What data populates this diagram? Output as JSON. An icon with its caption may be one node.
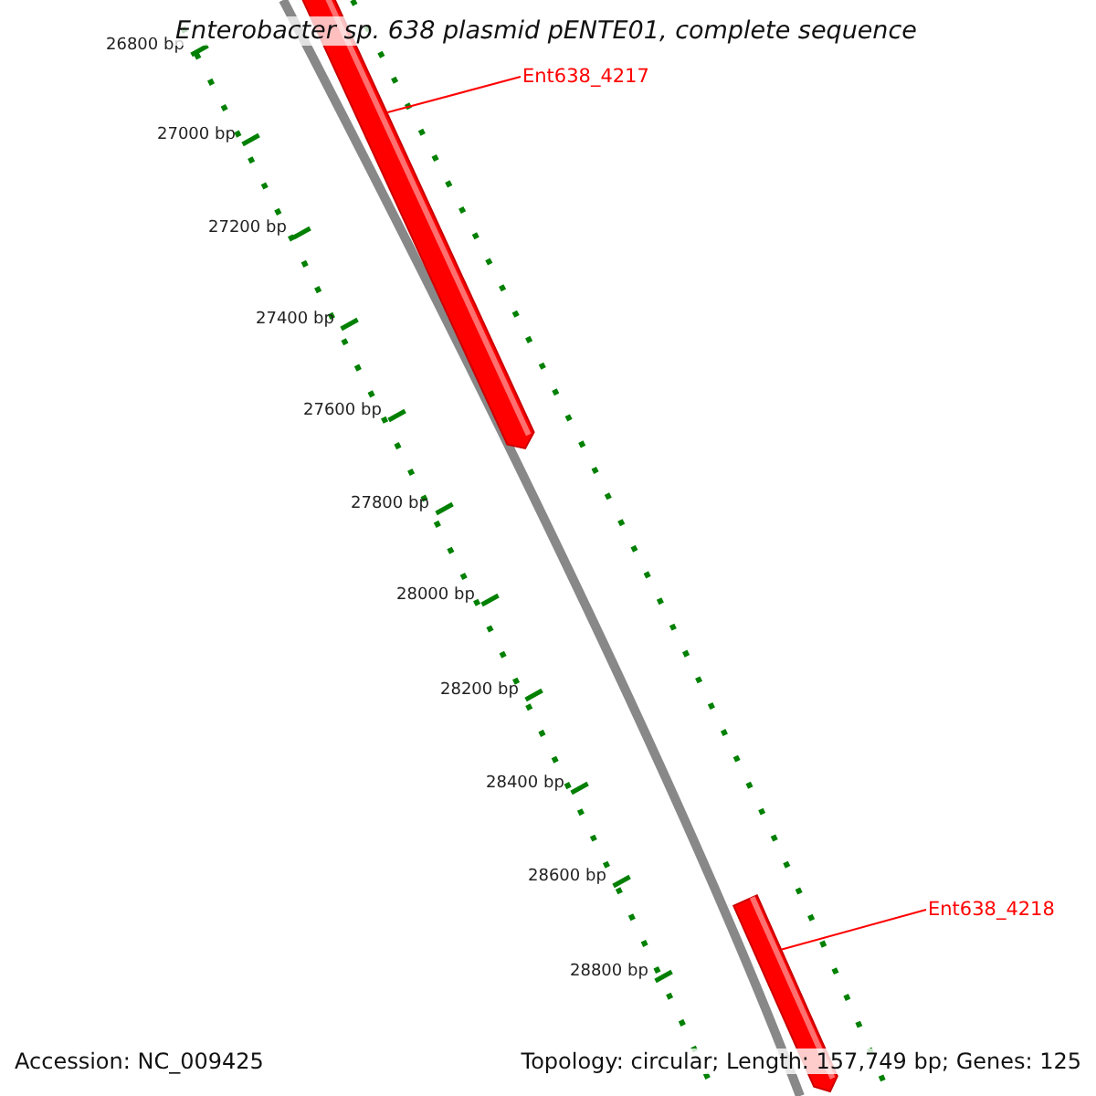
{
  "diagram": {
    "title": "Enterobacter sp. 638 plasmid pENTE01, complete sequence",
    "nodes": [
      {
        "text": [
          "Ent638_4217"
        ]
      },
      {
        "text": [],
        "shape": "bar"
      },
      {
        "text": [
          "Ent638_4218"
        ]
      },
      {
        "text": [],
        "shape": "bar"
      }
    ],
    "edges": [
      {
        "from": 0,
        "to": 1,
        "arrow": "none",
        "color": "#ff0000"
      },
      {
        "from": 2,
        "to": 3,
        "arrow": "none",
        "color": "#ff0000"
      }
    ],
    "labels": [
      "26800 bp",
      "27000 bp",
      "27200 bp",
      "27400 bp",
      "27600 bp",
      "27800 bp",
      "28000 bp",
      "28200 bp",
      "28400 bp",
      "28600 bp",
      "28800 bp",
      "Accession: NC_009425",
      "Topology: circular; Length: 157,749 bp; Genes: 125"
    ]
  }
}
